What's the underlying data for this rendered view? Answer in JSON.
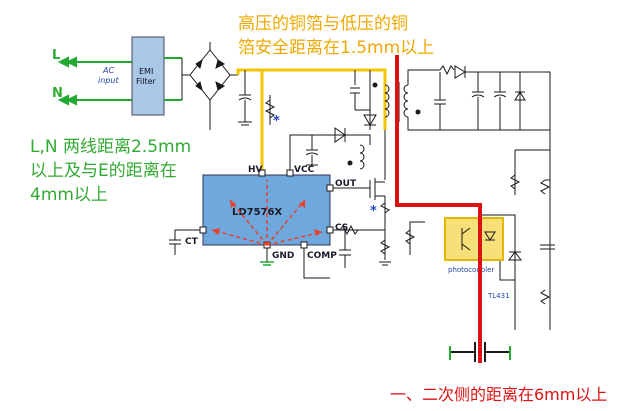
{
  "labels": {
    "L": "L",
    "N": "N",
    "ac_input_1": "AC",
    "ac_input_2": "input",
    "emi_1": "EMI",
    "emi_2": "Filter",
    "ic_name": "LD7576X",
    "pin_hv": "HV",
    "pin_vcc": "VCC",
    "pin_out": "OUT",
    "pin_cs": "CS",
    "pin_ct": "CT",
    "pin_gnd": "GND",
    "pin_comp": "COMP",
    "photocoupler": "photocoupler",
    "tl431": "TL431",
    "star": "*"
  },
  "annotations": {
    "top_line1": "高压的铜箔与低压的铜",
    "top_line2": "箔安全距离在1.5mm以上",
    "left_line1": "L,N 两线距离2.5mm",
    "left_line2": "以上及与E的距离在",
    "left_line3": "4mm以上",
    "bottom": "一、二次侧的距离在6mm以上"
  },
  "colors": {
    "wire": "#1a1a1a",
    "ic_fill": "#6fa8dc",
    "emi_fill": "#a9c8e8",
    "yellow_trace": "#f5c400",
    "red_barrier": "#dd1111",
    "green_arrow": "#22aa33",
    "orange_text": "#f0a800",
    "green_text": "#33aa33",
    "dashed_arrow": "#e8402a",
    "photocoupler_fill": "#f7e07a",
    "photocoupler_border": "#e0b800"
  }
}
